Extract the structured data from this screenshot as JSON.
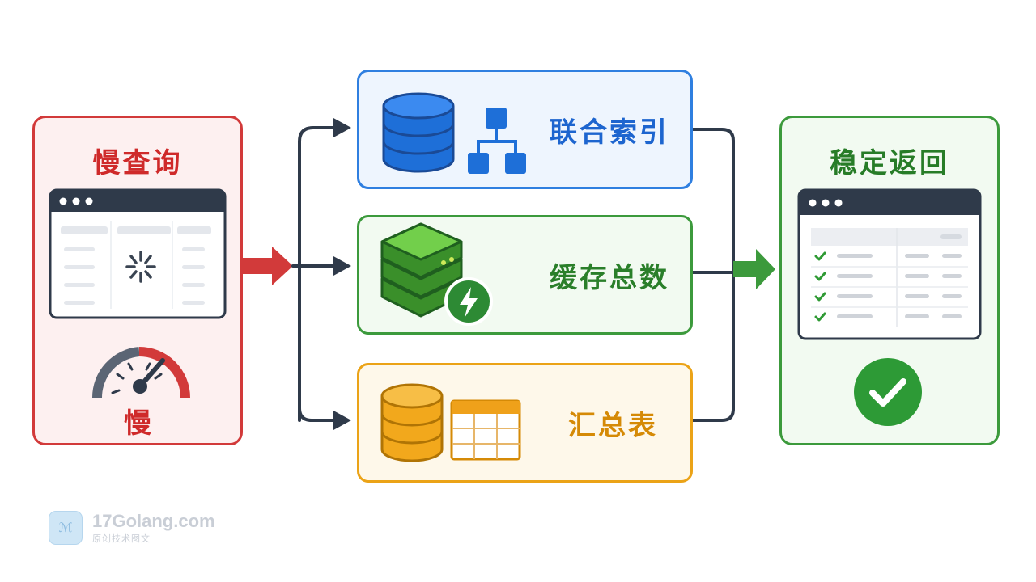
{
  "slow_query": {
    "title": "慢查询",
    "gauge_label": "慢"
  },
  "optimizations": [
    {
      "label": "联合索引",
      "icon": "database-hierarchy-icon",
      "color": "#2f7fe0"
    },
    {
      "label": "缓存总数",
      "icon": "cache-server-lightning-icon",
      "color": "#3c9a3c"
    },
    {
      "label": "汇总表",
      "icon": "database-table-icon",
      "color": "#eba317"
    }
  ],
  "result": {
    "title": "稳定返回",
    "icon": "check-circle-icon"
  },
  "watermark": {
    "domain": "17Golang.com",
    "subtitle": "原创技术图文",
    "logo_text": "ℳ"
  },
  "colors": {
    "slow": "#d23a3a",
    "index": "#2f7fe0",
    "cache": "#3c9a3c",
    "summary": "#eba317",
    "stable": "#3c9a3c",
    "connector": "#2f3a4a"
  }
}
